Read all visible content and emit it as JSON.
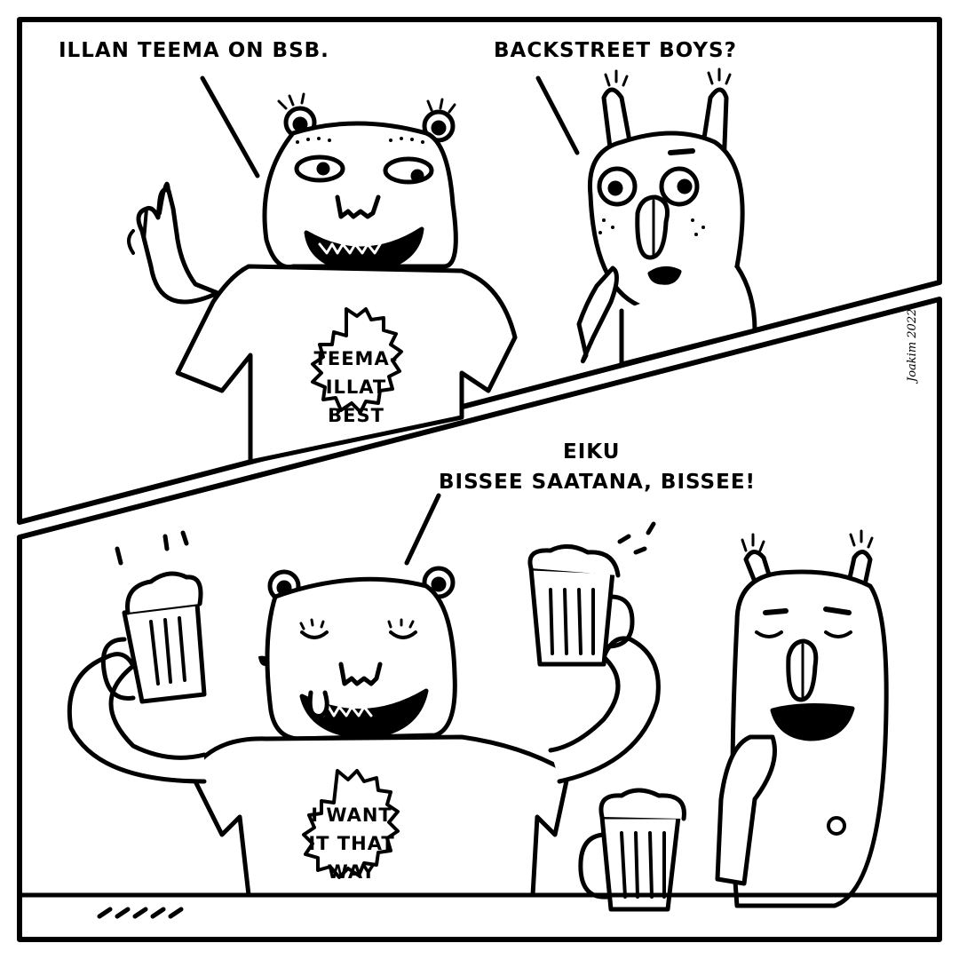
{
  "panel_top": {
    "speech_left": "ILLAN TEEMA ON BSB.",
    "speech_right": "BACKSTREET BOYS?",
    "shirt_lines": [
      "TEEMA-",
      "ILLAT",
      "BEST"
    ]
  },
  "panel_bottom": {
    "speech_lines": [
      "EIKU",
      "BISSEE SAATANA, BISSEE!"
    ],
    "shirt_lines": [
      "I WANT",
      "IT THAT",
      "WAY"
    ]
  },
  "signature": "Joakim 2022",
  "colors": {
    "ink": "#000000",
    "paper": "#ffffff"
  }
}
